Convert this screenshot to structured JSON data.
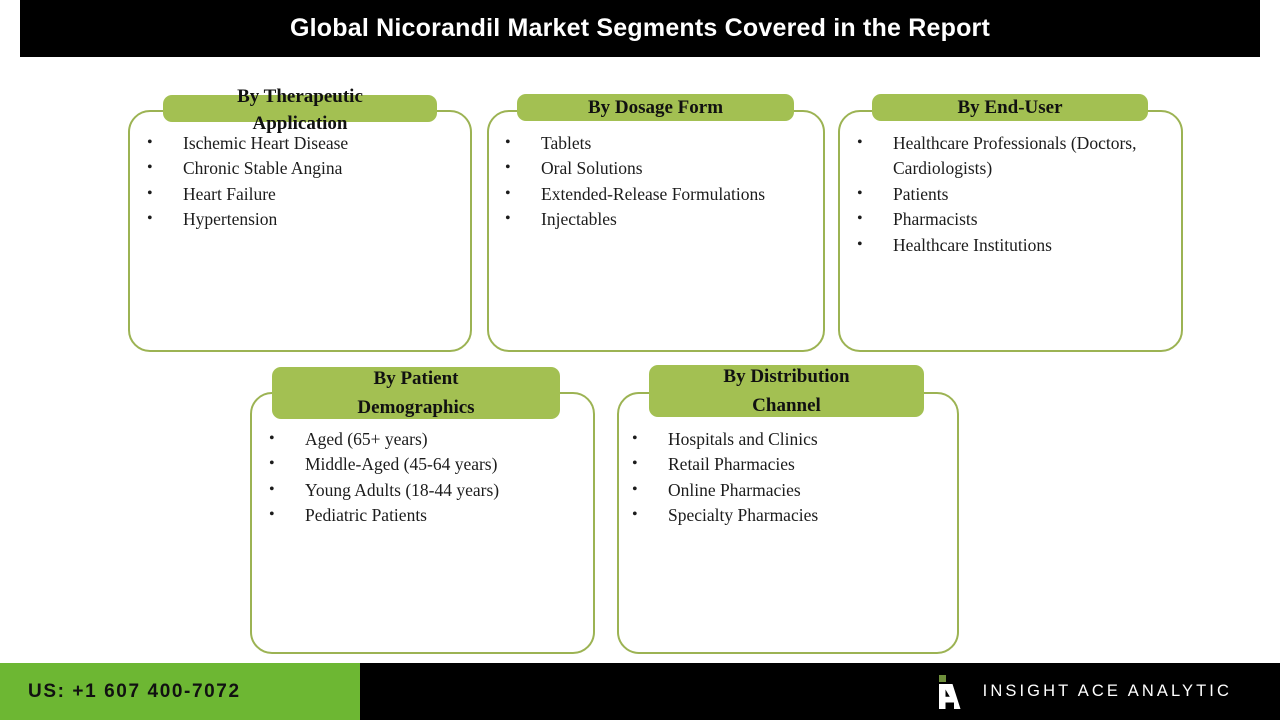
{
  "header": {
    "title": "Global Nicorandil Market Segments Covered in the Report"
  },
  "cards": [
    {
      "id": "therapeutic",
      "heading": "By  Therapeutic\nApplication",
      "items": [
        "Ischemic Heart Disease",
        "Chronic Stable Angina",
        "Heart Failure",
        "Hypertension"
      ]
    },
    {
      "id": "dosage",
      "heading": "By Dosage Form",
      "items": [
        "Tablets",
        "Oral Solutions",
        "Extended-Release Formulations",
        "Injectables"
      ]
    },
    {
      "id": "enduser",
      "heading": "By End-User",
      "items": [
        "Healthcare Professionals (Doctors, Cardiologists)",
        "Patients",
        "Pharmacists",
        "Healthcare Institutions"
      ]
    },
    {
      "id": "demographics",
      "heading": "By Patient\nDemographics",
      "items": [
        "Aged (65+ years)",
        "Middle-Aged (45-64 years)",
        "Young Adults (18-44 years)",
        "Pediatric Patients"
      ]
    },
    {
      "id": "distribution",
      "heading": "By Distribution\nChannel",
      "items": [
        "Hospitals and Clinics",
        "Retail Pharmacies",
        "Online Pharmacies",
        "Specialty Pharmacies"
      ]
    }
  ],
  "footer": {
    "phone": "US: +1 607 400-7072",
    "brand_name": "INSIGHT ACE ANALYTIC",
    "logo_icon": "insightace-a-mark-icon"
  },
  "colors": {
    "title_bar": "#000000",
    "banner_green": "#a3c052",
    "card_border": "#9cb353",
    "footer_green": "#6db733",
    "footer_black": "#000000",
    "logo_dot_green": "#6f8f3c",
    "text_dark": "#1c1c1c"
  }
}
